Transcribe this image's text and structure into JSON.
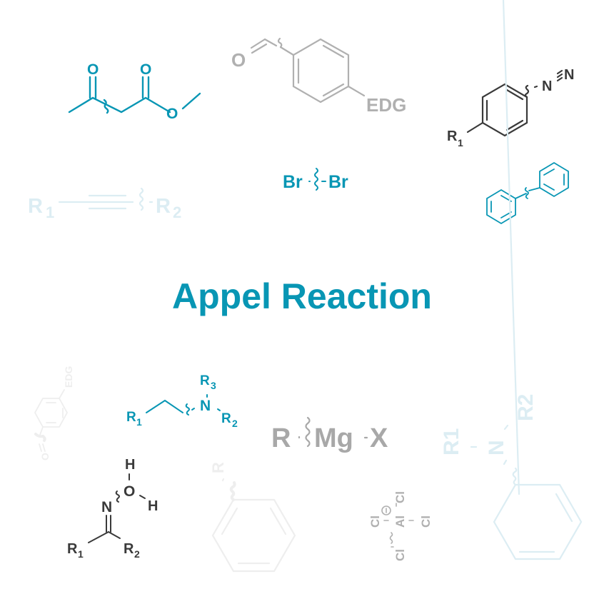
{
  "title": "Appel Reaction",
  "colors": {
    "teal": "#0896b4",
    "gray": "#a8a8a8",
    "dark": "#3a3a3a",
    "light_teal": "#dcedf3",
    "very_light_gray": "#eeeeee"
  },
  "molecules": {
    "methyl_acetoacetate": {
      "labels": {
        "o1": "O",
        "o2": "O",
        "o3": "O"
      }
    },
    "benzaldehyde_edg": {
      "labels": {
        "o": "O",
        "edg": "EDG"
      }
    },
    "aryl_diazonium": {
      "labels": {
        "n1": "N",
        "n2": "N",
        "r": "R",
        "r_sub": "1"
      }
    },
    "alkyne": {
      "labels": {
        "r1": "R",
        "r1_sub": "1",
        "r2": "R",
        "r2_sub": "2"
      }
    },
    "bromine": {
      "labels": {
        "left": "Br",
        "right": "Br"
      }
    },
    "biphenyl": {
      "labels": {}
    },
    "small_benzaldehyde_edg": {
      "labels": {
        "o": "O",
        "edg": "EDG"
      }
    },
    "tertiary_amine": {
      "labels": {
        "r1": "R",
        "r1_sub": "1",
        "n": "N",
        "r2": "R",
        "r2_sub": "2",
        "r3": "R",
        "r3_sub": "3"
      }
    },
    "grignard": {
      "labels": {
        "r": "R",
        "mg": "Mg",
        "x": "X"
      }
    },
    "aniline": {
      "labels": {
        "r1": "R1",
        "n": "N",
        "r2": "R2"
      }
    },
    "oxime": {
      "labels": {
        "h1": "H",
        "o": "O",
        "h2": "H",
        "n": "N",
        "r1": "R",
        "r1_sub": "1",
        "r2": "R",
        "r2_sub": "2"
      }
    },
    "aryl_r": {
      "labels": {
        "r": "R"
      }
    },
    "aluminate": {
      "labels": {
        "cl1": "Cl",
        "cl2": "Cl",
        "cl3": "Cl",
        "cl4": "Cl",
        "al": "Al",
        "charge": "−"
      }
    }
  }
}
